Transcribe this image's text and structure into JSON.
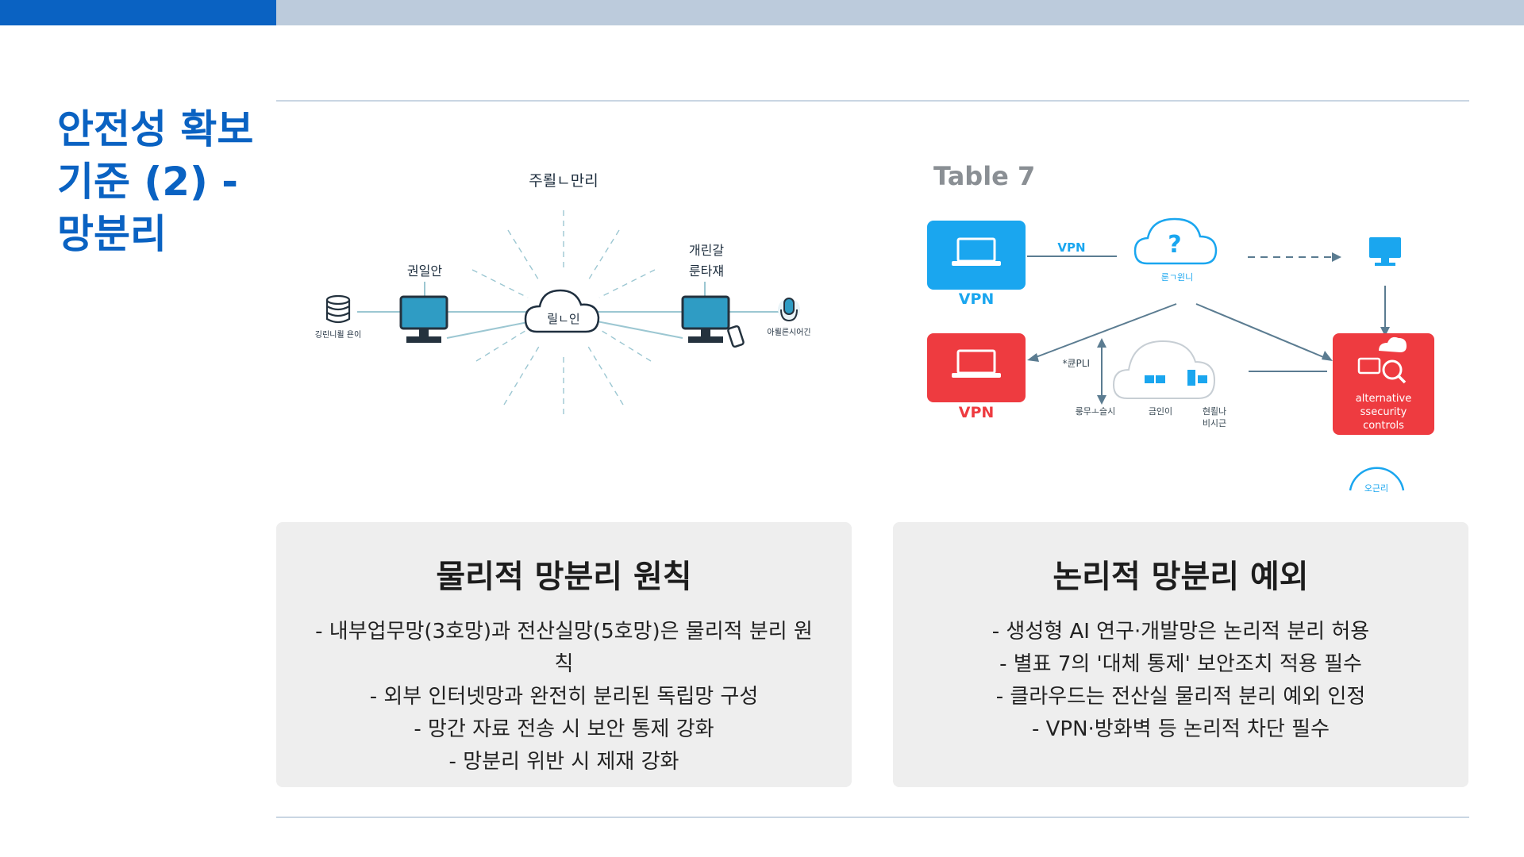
{
  "slide": {
    "title": "안전성 확보 기준 (2) - 망분리"
  },
  "left_figure": {
    "labels": {
      "top": "주뢸ㄴ만리",
      "center": "릴ㄴ인",
      "left_computer": "권일안",
      "database": "깅린니뢸 욘이",
      "right_computer_line1": "개린갈",
      "right_computer_line2": "룬타쟤",
      "microphone": "아뢸른시어긴"
    },
    "icons": [
      "cloud-icon",
      "monitor-icon",
      "database-icon",
      "mobile-phone-icon",
      "microphone-icon"
    ],
    "colors": {
      "lines": "#9cc7d2",
      "monitor": "#2f9cc4"
    }
  },
  "right_figure": {
    "caption": "Table 7",
    "labels": {
      "vpn_top": "VPN",
      "vpn_link": "VPN",
      "cloud_question": "룬ㄱ윈니",
      "vpn_bottom": "VPN",
      "arrow_label": "*큔PLI",
      "under_arrow": "룽무ㅗ슬시",
      "cloud_sub1": "금인이",
      "cloud_sub2_line1": "현뢸나",
      "cloud_sub2_line2": "비시근",
      "alt_line1": "alternative",
      "alt_line2": "ssecurity",
      "alt_line3": "controls",
      "partial_circle": "오근리"
    },
    "icons": [
      "laptop-icon",
      "question-cloud-icon",
      "monitor-icon",
      "magnifier-icon"
    ],
    "colors": {
      "blue": "#1aa6ef",
      "red": "#ee3b40",
      "arrows": "#5b7c91"
    }
  },
  "cards": [
    {
      "title": "물리적 망분리 원칙",
      "items": [
        "- 내부업무망(3호망)과 전산실망(5호망)은 물리적 분리 원칙",
        "- 외부 인터넷망과 완전히 분리된 독립망 구성",
        "- 망간 자료 전송 시 보안 통제 강화",
        "- 망분리 위반 시 제재 강화"
      ]
    },
    {
      "title": "논리적 망분리 예외",
      "items": [
        "- 생성형 AI 연구·개발망은 논리적 분리 허용",
        "- 별표 7의 '대체 통제' 보안조치 적용 필수",
        "- 클라우드는 전산실 물리적 분리 예외 인정",
        "- VPN·방화벽 등 논리적 차단 필수"
      ]
    }
  ],
  "colors": {
    "brand": "#0a62c2",
    "topbar_rest": "#bccbdc",
    "card_bg": "#eeeeee"
  }
}
